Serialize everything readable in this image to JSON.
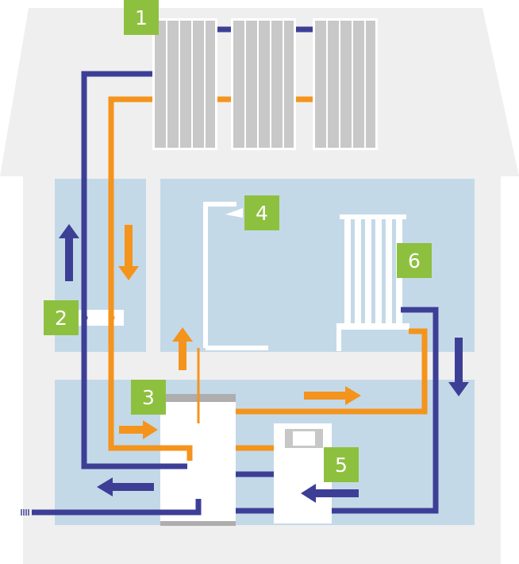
{
  "labels": [
    "1",
    "2",
    "3",
    "4",
    "5",
    "6"
  ],
  "colors": {
    "house": "#efefef",
    "room": "#c4d9e8",
    "hot_pipe": "#f4941c",
    "cold_pipe": "#3d3f96",
    "label_bg": "#8ec03f",
    "panel": "#c7c7c7",
    "appliance": "#ffffff"
  },
  "icons": {
    "collectors": "solar-collector-icon",
    "controller": "controller-icon",
    "tank": "storage-tank-icon",
    "shower": "shower-icon",
    "boiler": "boiler-icon",
    "radiator": "radiator-icon"
  }
}
